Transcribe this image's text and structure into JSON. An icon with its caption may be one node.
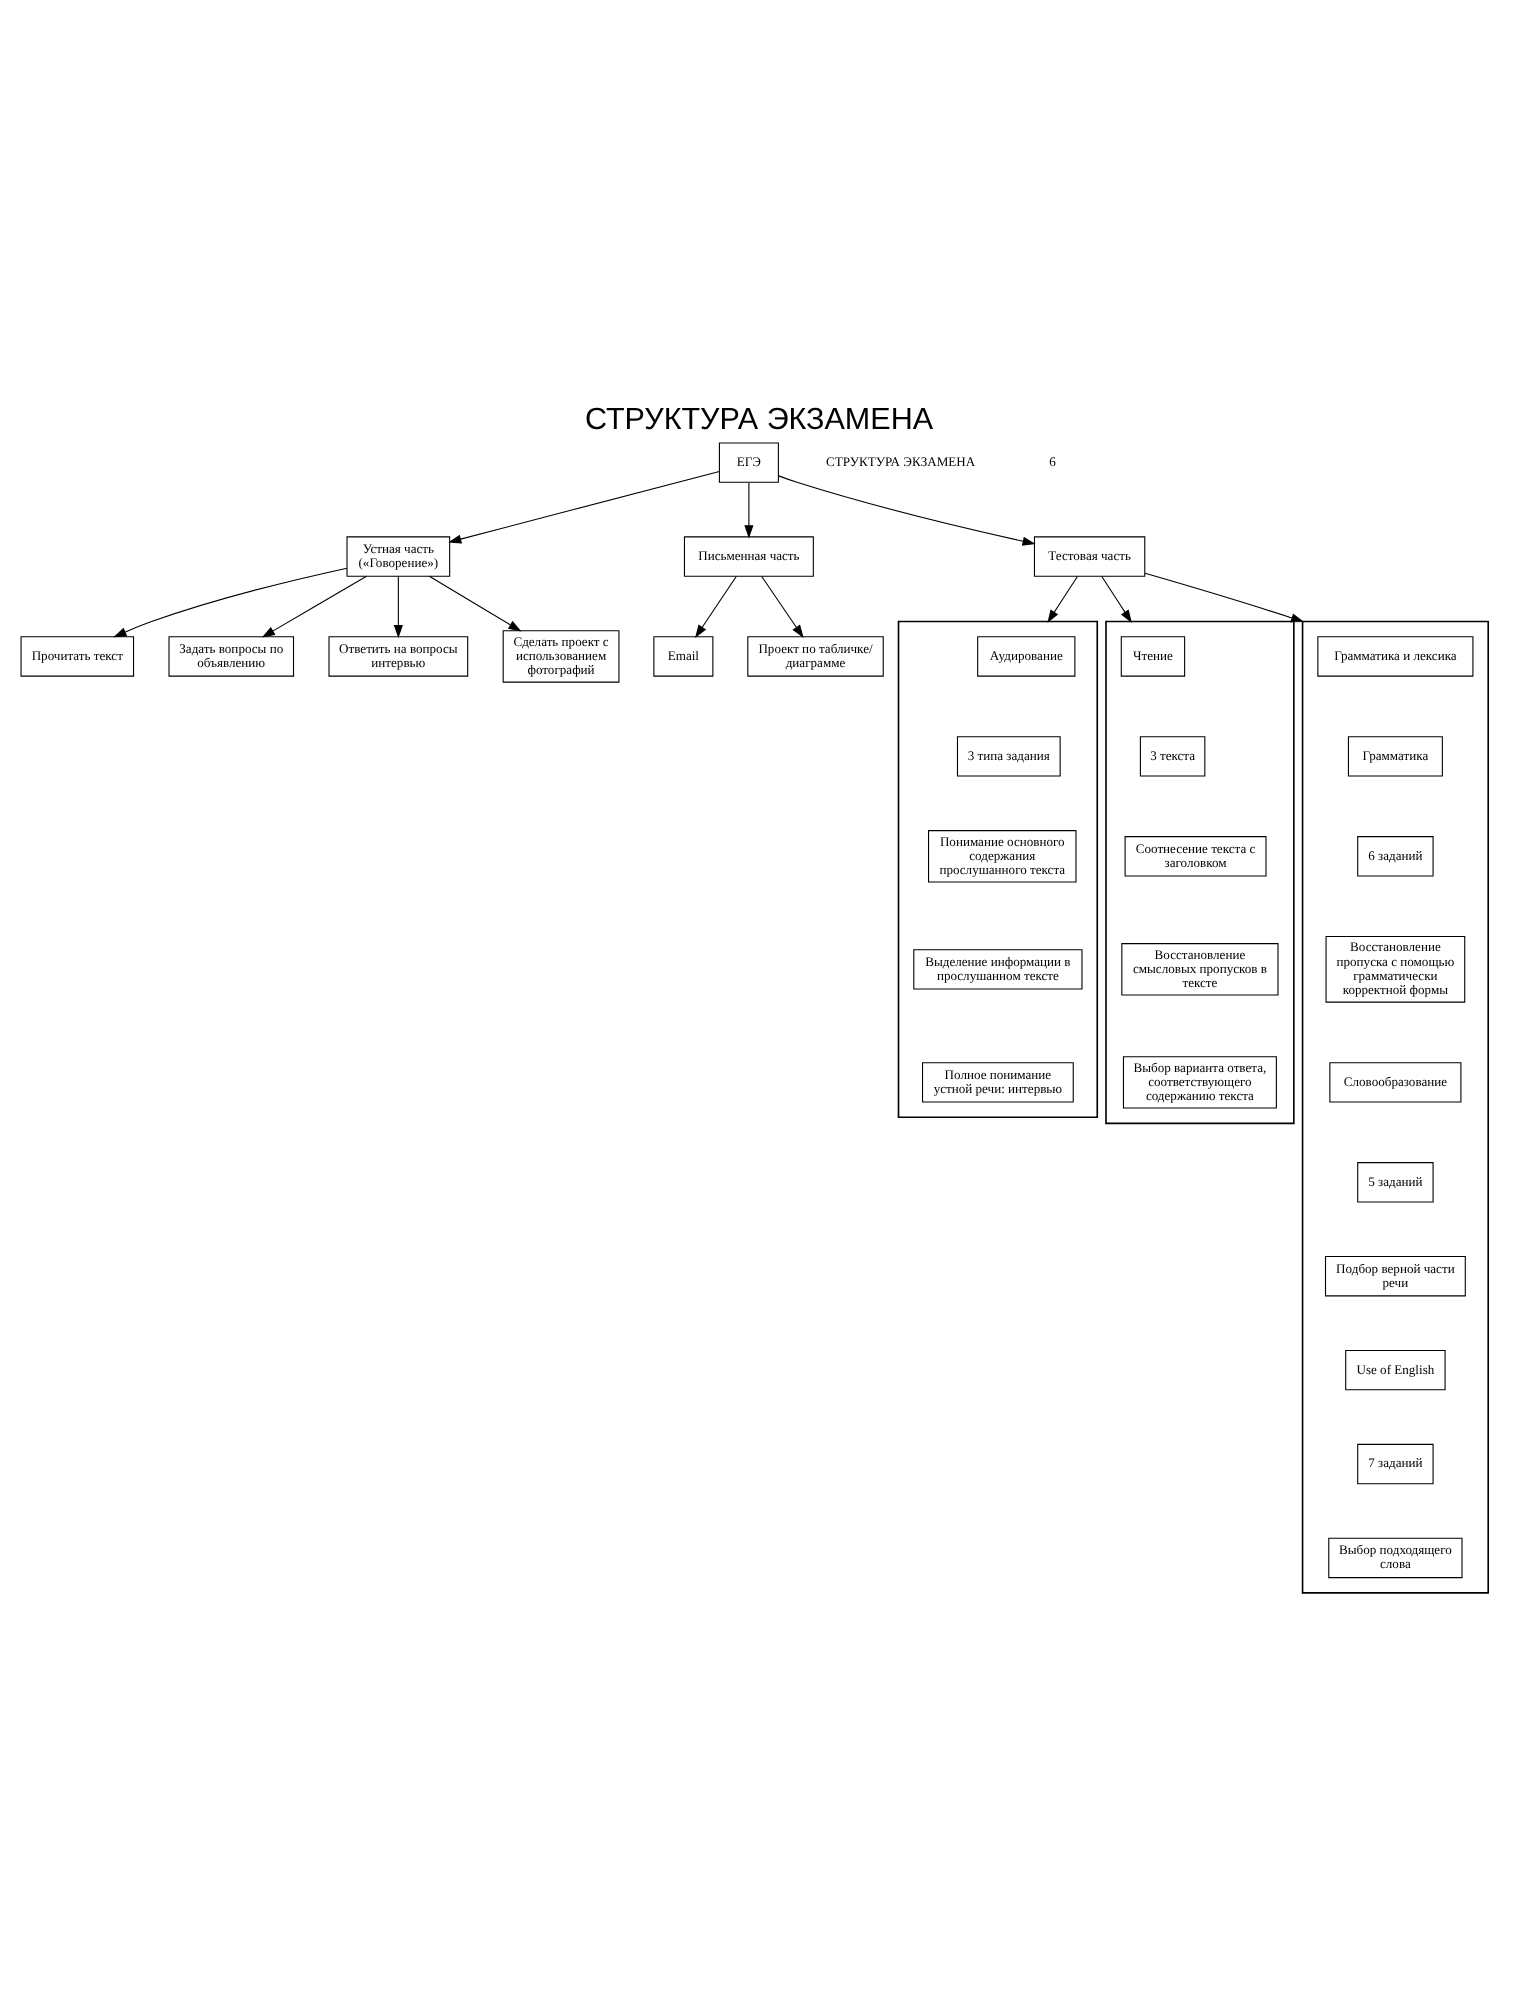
{
  "diagram": {
    "title": "СТРУКТУРА ЭКЗАМЕНА",
    "nodes": [
      {
        "text": [
          "ЕГЭ"
        ]
      },
      {
        "text": [
          "Устная часть («Говорение»)"
        ]
      },
      {
        "text": [
          "Письменная часть"
        ]
      },
      {
        "text": [
          "Прочитать текст"
        ]
      },
      {
        "text": [
          "Задать вопросы по объявлению"
        ]
      },
      {
        "text": [
          "Ответить на вопросы интервью"
        ]
      },
      {
        "text": [
          "Сделать проект с использованием фотографий"
        ]
      },
      {
        "text": [
          "Email"
        ]
      },
      {
        "text": [
          "Проект по табличке/ диаграмме"
        ]
      },
      {
        "text": [
          "Тестовая часть"
        ]
      },
      {
        "text": [],
        "shape": "box"
      },
      {
        "text": [
          "Аудирование"
        ],
        "in": 10
      },
      {
        "text": [
          "3 типа задания"
        ],
        "in": 10
      },
      {
        "text": [
          "Понимание основного содержания прослушанного текста"
        ],
        "in": 10
      },
      {
        "text": [
          "Выделение информации в прослушанном тексте"
        ],
        "in": 10
      },
      {
        "text": [
          "Полное понимание устной речи: интервью"
        ],
        "in": 10
      },
      {
        "text": [],
        "shape": "box"
      },
      {
        "text": [
          "Чтение"
        ],
        "in": 16
      },
      {
        "text": [
          "3 текста"
        ],
        "in": 16
      },
      {
        "text": [
          "Соотнесение текста с заголовком"
        ],
        "in": 16
      },
      {
        "text": [
          "Восстановление смысловых пропусков в тексте"
        ],
        "in": 16
      },
      {
        "text": [
          "Выбор варианта ответа, соответствующего содержанию текста"
        ],
        "in": 16
      },
      {
        "text": [],
        "shape": "box"
      },
      {
        "text": [
          "Грамматика и лексика"
        ],
        "in": 22
      },
      {
        "text": [
          "Грамматика"
        ],
        "in": 22
      },
      {
        "text": [
          "6 заданий"
        ],
        "in": 22
      },
      {
        "text": [
          "Восстановление пропуска с помощью грамматически корректной формы"
        ],
        "in": 22
      },
      {
        "text": [
          "Словообразование"
        ],
        "in": 22
      },
      {
        "text": [
          "5 заданий"
        ],
        "in": 22
      },
      {
        "text": [
          "Подбор верной части речи"
        ],
        "in": 22
      },
      {
        "text": [
          "Use of English"
        ],
        "in": 22
      },
      {
        "text": [
          "7 заданий"
        ],
        "in": 22
      },
      {
        "text": [
          "Выбор подходящего слова"
        ],
        "in": 22
      }
    ],
    "edges": [
      {
        "from": 0,
        "to": 1,
        "arrow": "to"
      },
      {
        "from": 0,
        "to": 2,
        "arrow": "to"
      },
      {
        "from": 1,
        "to": 3,
        "arrow": "to"
      },
      {
        "from": 1,
        "to": 4,
        "arrow": "to"
      },
      {
        "from": 1,
        "to": 5,
        "arrow": "to"
      },
      {
        "from": 1,
        "to": 6,
        "arrow": "to"
      },
      {
        "from": 2,
        "to": 7,
        "arrow": "to"
      },
      {
        "from": 2,
        "to": 8,
        "arrow": "to"
      },
      {
        "from": 0,
        "to": 9,
        "arrow": "to"
      },
      {
        "from": 9,
        "to": 10,
        "arrow": "to"
      },
      {
        "from": 9,
        "to": 16,
        "arrow": "to"
      },
      {
        "from": 9,
        "to": 22,
        "arrow": "to"
      }
    ],
    "labels": [
      "СТРУКТУРА ЭКЗАМЕНА",
      "6"
    ]
  }
}
